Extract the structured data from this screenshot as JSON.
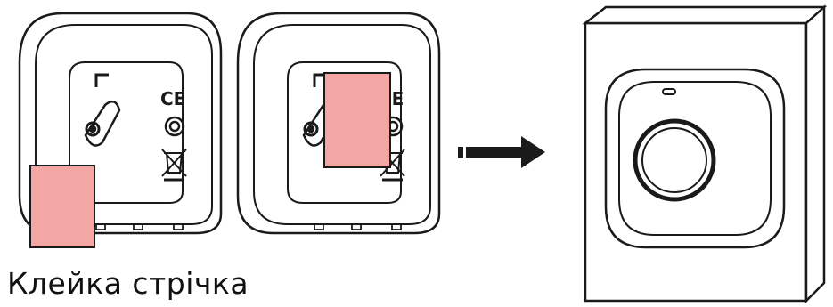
{
  "caption": {
    "text": "Клейка стрічка"
  },
  "colors": {
    "line": "#1a1a1a",
    "tape": "#f2a7a5",
    "background": "#ffffff"
  },
  "marks": {
    "ce": "CE"
  },
  "steps": [
    {
      "name": "device-back-tape-detached",
      "icon": "ce-mark"
    },
    {
      "name": "device-back-tape-applied",
      "icon": "ce-mark"
    },
    {
      "name": "device-mounted-on-wall",
      "icon": "button"
    }
  ]
}
